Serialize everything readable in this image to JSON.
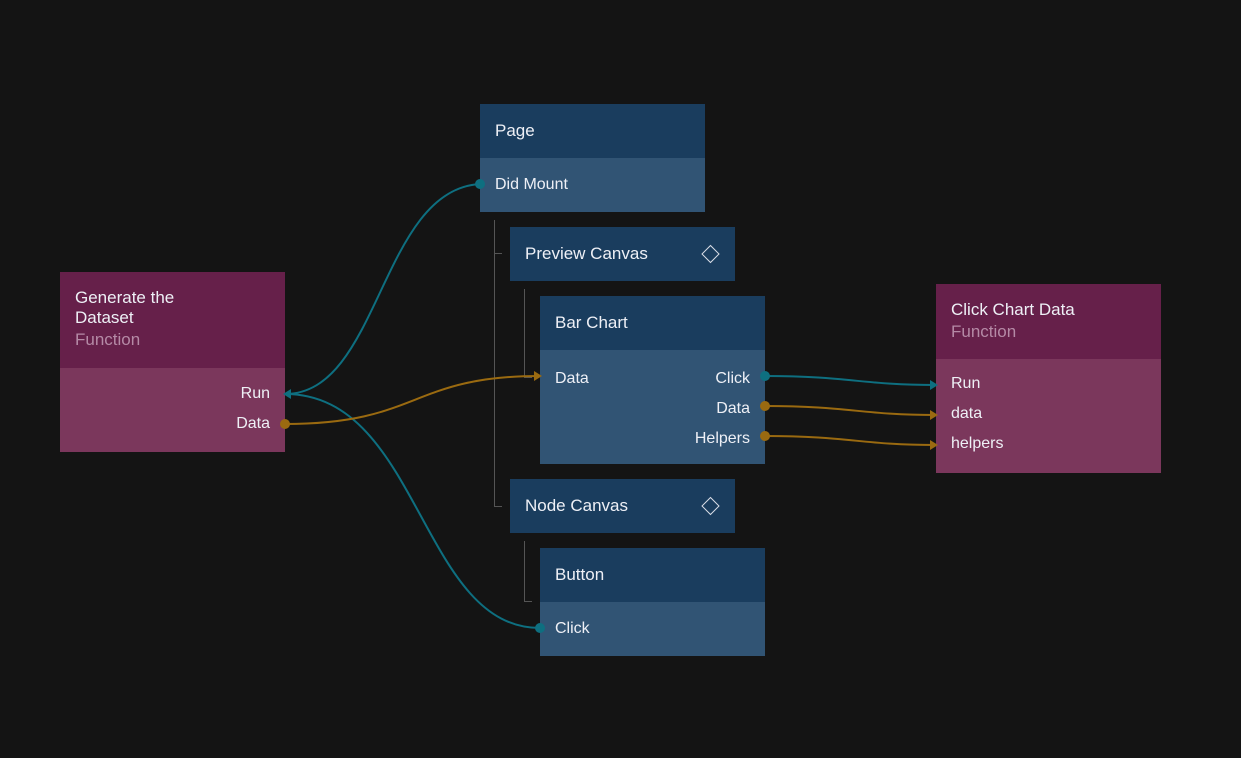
{
  "colors": {
    "background": "#141414",
    "component_header": "#1a3d5e",
    "component_body": "#315474",
    "function_header": "#66204a",
    "function_body": "#7b375c",
    "signal_wire": "#0e6f80",
    "data_wire": "#9a6a10"
  },
  "nodes": {
    "generate": {
      "title": "Generate the Dataset",
      "subtitle": "Function",
      "ports": {
        "run": "Run",
        "data": "Data"
      }
    },
    "page": {
      "title": "Page",
      "ports": {
        "did_mount": "Did Mount"
      }
    },
    "preview_canvas": {
      "title": "Preview Canvas",
      "icon": "diamond-icon"
    },
    "bar_chart": {
      "title": "Bar Chart",
      "ports": {
        "data": "Data",
        "click": "Click",
        "data_out": "Data",
        "helpers": "Helpers"
      }
    },
    "node_canvas": {
      "title": "Node Canvas",
      "icon": "diamond-icon"
    },
    "button": {
      "title": "Button",
      "ports": {
        "click": "Click"
      }
    },
    "click_chart": {
      "title": "Click Chart Data",
      "subtitle": "Function",
      "ports": {
        "run": "Run",
        "data": "data",
        "helpers": "helpers"
      }
    }
  },
  "connections": [
    {
      "from": "Page.Did Mount",
      "to": "Generate the Dataset.Run",
      "kind": "signal"
    },
    {
      "from": "Button.Click",
      "to": "Generate the Dataset.Run",
      "kind": "signal"
    },
    {
      "from": "Generate the Dataset.Data",
      "to": "Bar Chart.Data",
      "kind": "data"
    },
    {
      "from": "Bar Chart.Click",
      "to": "Click Chart Data.Run",
      "kind": "signal"
    },
    {
      "from": "Bar Chart.Data",
      "to": "Click Chart Data.data",
      "kind": "data"
    },
    {
      "from": "Bar Chart.Helpers",
      "to": "Click Chart Data.helpers",
      "kind": "data"
    }
  ]
}
